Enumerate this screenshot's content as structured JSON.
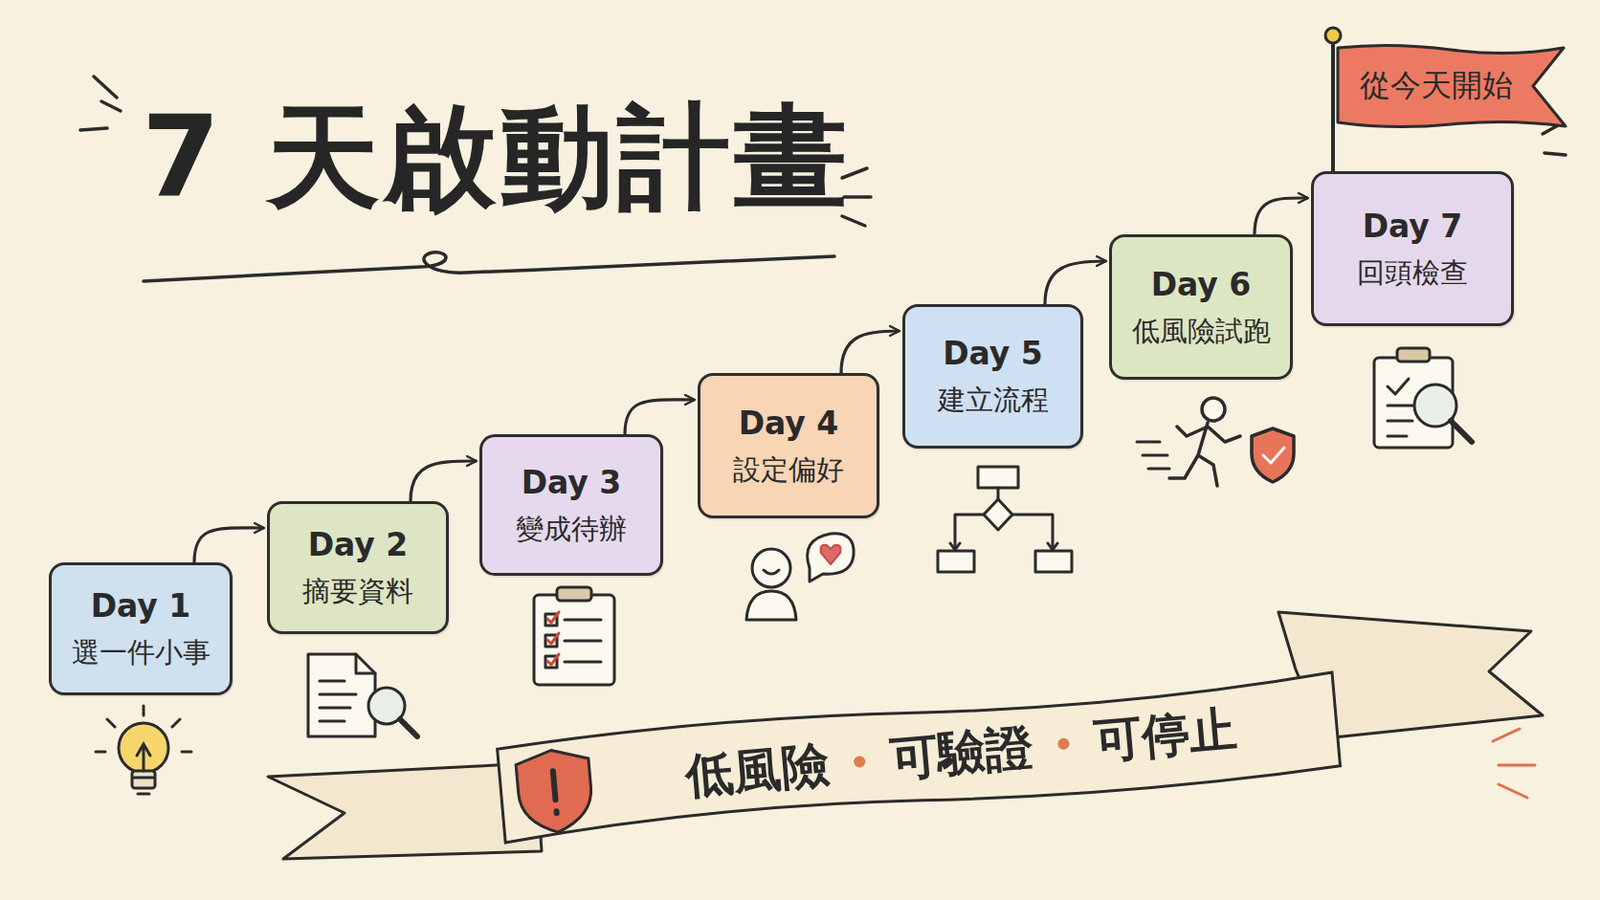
{
  "diagram": {
    "title": "7 天啟動計畫",
    "nodes": [
      {
        "text": [
          "Day 1",
          "選一件小事"
        ]
      },
      {
        "text": [
          "Day 2",
          "摘要資料"
        ]
      },
      {
        "text": [
          "Day 3",
          "變成待辦"
        ]
      },
      {
        "text": [
          "Day 4",
          "設定偏好"
        ]
      },
      {
        "text": [
          "Day 5",
          "建立流程"
        ]
      },
      {
        "text": [
          "Day 6",
          "低風險試跑"
        ]
      },
      {
        "text": [
          "Day 7",
          "回頭檢查"
        ]
      },
      {
        "text": [
          "從今天開始"
        ]
      },
      {
        "text": [
          "低風險",
          "可驗證",
          "可停止"
        ]
      }
    ],
    "edges": [
      {
        "from": 0,
        "to": 1,
        "arrow": "to"
      },
      {
        "from": 1,
        "to": 2,
        "arrow": "to"
      },
      {
        "from": 2,
        "to": 3,
        "arrow": "to"
      },
      {
        "from": 3,
        "to": 4,
        "arrow": "to"
      },
      {
        "from": 4,
        "to": 5,
        "arrow": "to"
      },
      {
        "from": 5,
        "to": 6,
        "arrow": "to"
      }
    ]
  }
}
